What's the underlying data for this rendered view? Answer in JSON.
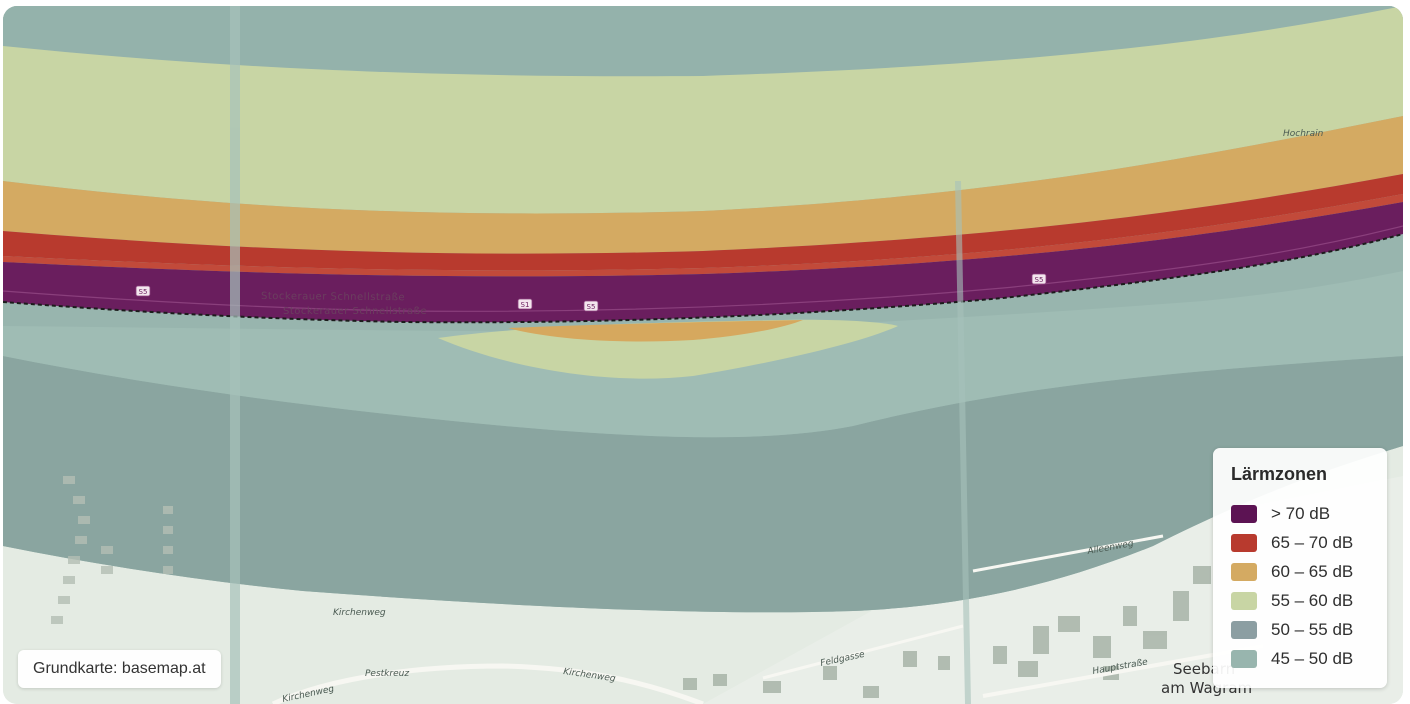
{
  "legend": {
    "title": "Lärmzonen",
    "items": [
      {
        "label": "> 70 dB",
        "color": "#5c1353"
      },
      {
        "label": "65 – 70 dB",
        "color": "#b83a2e"
      },
      {
        "label": "60 – 65 dB",
        "color": "#d4aa62"
      },
      {
        "label": "55 – 60 dB",
        "color": "#c8d5a4"
      },
      {
        "label": "50 – 55 dB",
        "color": "#8c9ea2"
      },
      {
        "label": "45 – 50 dB",
        "color": "#98b5ae"
      }
    ]
  },
  "attribution": "Grundkarte: basemap.at",
  "map_labels": {
    "road_main_1": "Stockerauer Schnellstraße",
    "road_main_2": "Stockerauer Schnellstraße",
    "road_kirchenweg_1": "Kirchenweg",
    "road_kirchenweg_2": "Kirchenweg",
    "road_kirchenweg_3": "Kirchenweg",
    "road_pestkreuz": "Pestkreuz",
    "road_feldgasse": "Feldgasse",
    "road_hauptstrasse": "Hauptstraße",
    "road_alleenweg": "Alleenweg",
    "road_hochrain": "Hochrain",
    "place_line1": "Seebarn",
    "place_line2": "am Wagram",
    "shield_1": "S5",
    "shield_2": "S1",
    "shield_3": "S5",
    "shield_4": "S5"
  }
}
